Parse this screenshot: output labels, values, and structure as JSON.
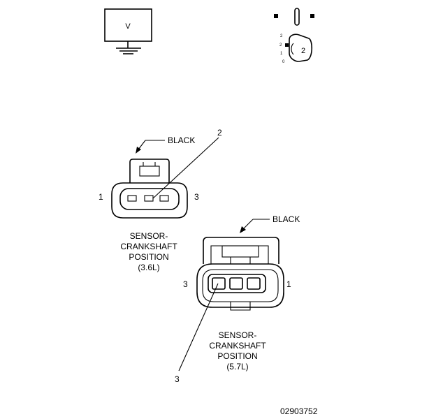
{
  "voltmeter": {
    "symbol": "V"
  },
  "pin_inset": {
    "number": "2",
    "small_labels": [
      "2",
      "2",
      "1",
      "0"
    ]
  },
  "connector_36": {
    "color_label": "BLACK",
    "pin_callout": "2",
    "left_pin": "1",
    "right_pin": "3",
    "caption": [
      "SENSOR-",
      "CRANKSHAFT",
      "POSITION",
      "(3.6L)"
    ]
  },
  "connector_57": {
    "color_label": "BLACK",
    "left_pin": "3",
    "right_pin": "1",
    "pin_callout": "3",
    "caption": [
      "SENSOR-",
      "CRANKSHAFT",
      "POSITION",
      "(5.7L)"
    ]
  },
  "figure_id": "02903752"
}
